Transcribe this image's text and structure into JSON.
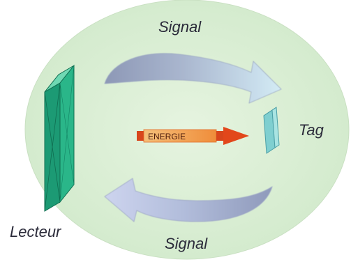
{
  "labels": {
    "signal_top": "Signal",
    "signal_bottom": "Signal",
    "tag": "Tag",
    "reader": "Lecteur",
    "energy": "ENERGIE"
  },
  "colors": {
    "field": "#dcefd6",
    "reader": "#1aa37a",
    "tag": "#8ed6d2",
    "energy_arrow": "#e0481a",
    "energy_box": "#f39a55",
    "signal_arrow_dark": "#8f9dbb",
    "signal_arrow_light": "#cfe6f2"
  },
  "icons": {
    "reader": "rfid-reader-icon",
    "tag": "rfid-tag-icon"
  }
}
